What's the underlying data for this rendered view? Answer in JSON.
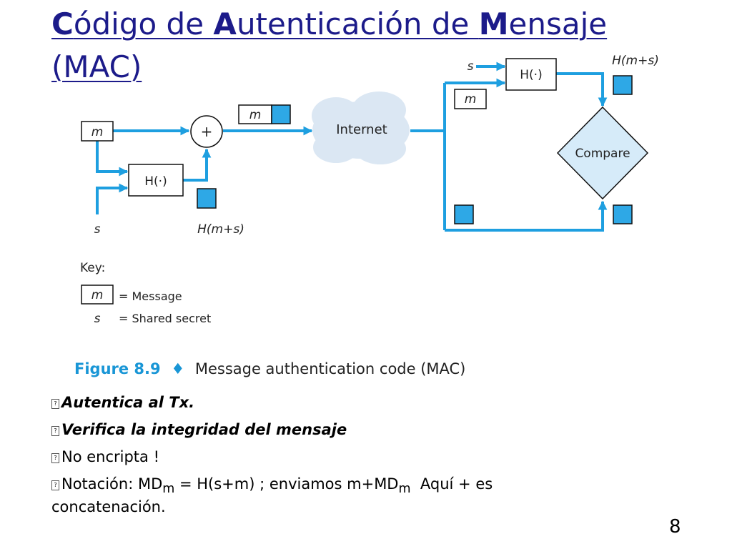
{
  "title": {
    "line1_parts": [
      "C",
      "ódigo de ",
      "A",
      "utenticación de ",
      "M",
      "ensaje"
    ],
    "line2": "(MAC)"
  },
  "diagram": {
    "sender": {
      "message_label": "m",
      "secret_label": "s",
      "hash_label": "H(·)",
      "plus_label": "+",
      "hash_output_label": "H(m+s)",
      "packet_message_label": "m"
    },
    "network_label": "Internet",
    "receiver": {
      "secret_label": "s",
      "hash_label": "H(·)",
      "message_label": "m",
      "hash_output_label": "H(m+s)",
      "compare_label": "Compare"
    },
    "key": {
      "heading": "Key:",
      "message_symbol": "m",
      "message_desc": "= Message",
      "secret_symbol": "s",
      "secret_desc": "= Shared secret"
    },
    "caption": {
      "figure_label": "Figure 8.9",
      "separator": "♦",
      "text": "Message authentication code (MAC)"
    },
    "colors": {
      "arrow": "#1e9fe0",
      "hash_box": "#2ea8e6",
      "cloud": "#dbe7f3",
      "compare": "#d6ebf9"
    }
  },
  "bullets": {
    "glyph": "?",
    "b1": "Autentica al Tx.",
    "b2": "Verifica la integridad del mensaje",
    "b3": "No encripta !",
    "b4_prefix": "Notación: MD",
    "b4_sub1": "m",
    "b4_mid": " = H(s+m) ; enviamos m+MD",
    "b4_sub2": "m",
    "b4_suffix": "  Aquí + es",
    "b4_wrap": "concatenación."
  },
  "page_number": "8"
}
